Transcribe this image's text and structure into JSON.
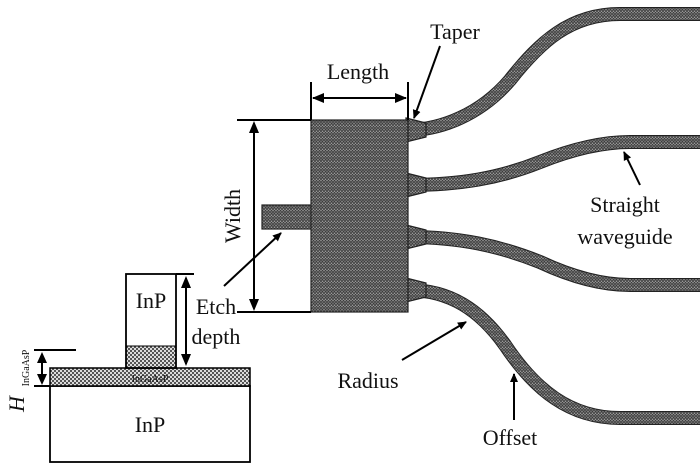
{
  "labels": {
    "length": "Length",
    "taper": "Taper",
    "width": "Width",
    "straight_waveguide_line1": "Straight",
    "straight_waveguide_line2": "waveguide",
    "etch_line1": "Etch",
    "etch_line2": "depth",
    "radius": "Radius",
    "offset": "Offset",
    "inp_top": "InP",
    "inp_bottom": "InP",
    "ingaasp_layer": "InGaAsP",
    "h_symbol": "H",
    "h_subscript": "InGaAsP"
  },
  "colors": {
    "line": "#000000",
    "pattern_dark": "#444444",
    "pattern_light": "#cfcfcf",
    "background": "#ffffff"
  }
}
